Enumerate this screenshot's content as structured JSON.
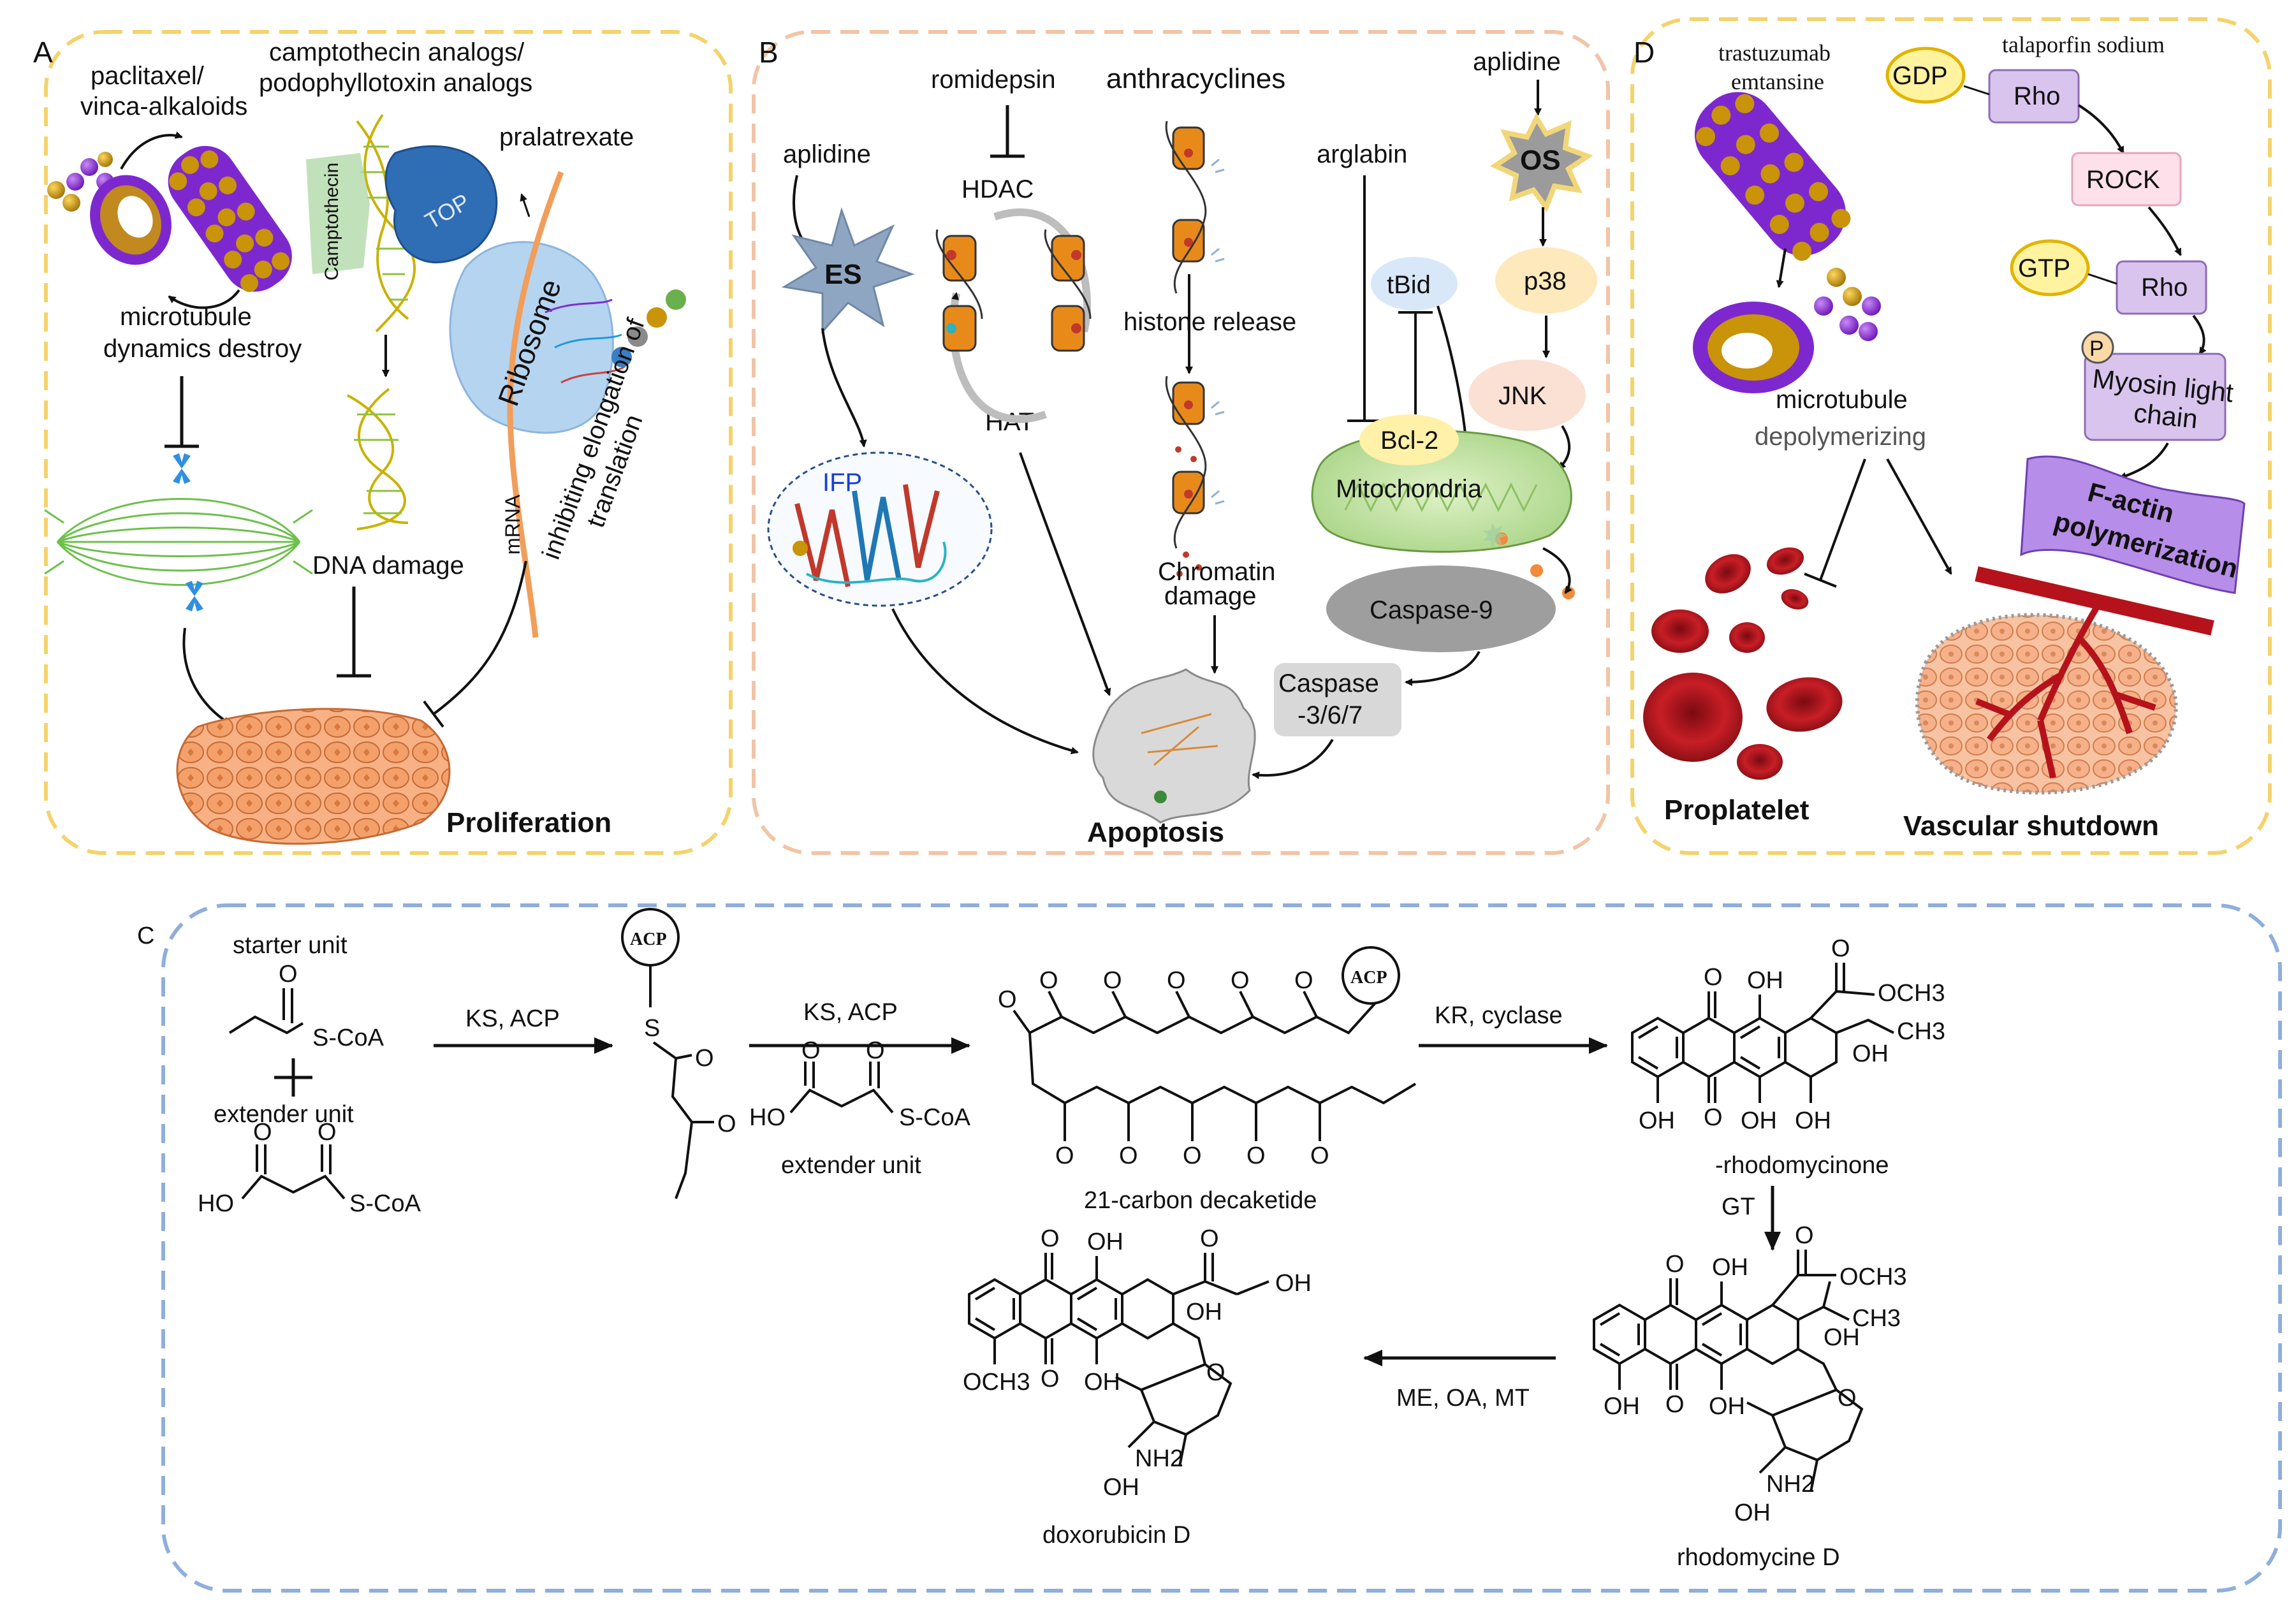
{
  "colors": {
    "panel_top_left": "#f4d36b",
    "panel_top_mid": "#f2c4a6",
    "panel_top_right": "#f4d36b",
    "panel_bottom": "#8faedb",
    "tubulin_purple": "#8a2be2",
    "tubulin_gold": "#c9930a",
    "cell_orange": "#f4a06a",
    "rbc_red": "#b5121b",
    "mito_green": "#c6e4a6",
    "caspase_grey": "#9e9e9e"
  },
  "panelA": {
    "letter": "A",
    "paclitaxel": [
      "paclitaxel/",
      "vinca-alkaloids"
    ],
    "camptothecin_analogs": [
      "camptothecin analogs/",
      "podophyllotoxin analogs"
    ],
    "camptothecin": "Camptothecin",
    "top": "TOP",
    "pralatrexate": "pralatrexate",
    "ribosome": "Ribosome",
    "mrna": "mRNA",
    "inhibiting": [
      "inhibiting elongation of",
      "translation"
    ],
    "microtubule": [
      "microtubule",
      "dynamics destroy"
    ],
    "dna_damage": "DNA damage",
    "proliferation": "Proliferation"
  },
  "panelB": {
    "letter": "B",
    "aplidine_left": "aplidine",
    "es": "ES",
    "ifp": "IFP",
    "romidepsin": "romidepsin",
    "hdac": "HDAC",
    "hat": "HAT",
    "anthracyclines": "anthracyclines",
    "histone_release": "histone release",
    "chromatin": [
      "Chromatin",
      "damage"
    ],
    "arglabin": "arglabin",
    "aplidine_right": "aplidine",
    "os": "OS",
    "tbid": "tBid",
    "p38": "p38",
    "jnk": "JNK",
    "bcl2": "Bcl-2",
    "mitochondria": "Mitochondria",
    "caspase9": "Caspase-9",
    "caspase367": [
      "Caspase",
      "-3/6/7"
    ],
    "apoptosis": "Apoptosis"
  },
  "panelD": {
    "letter": "D",
    "trastuzumab": [
      "trastuzumab",
      "emtansine"
    ],
    "talaporfin": "talaporfin sodium",
    "gdp": "GDP",
    "rho": "Rho",
    "rock": "ROCK",
    "gtp": "GTP",
    "rho2": "Rho",
    "p": "P",
    "myosin": [
      "Myosin light",
      "chain"
    ],
    "factin": [
      "F-actin",
      "polymerization"
    ],
    "microtubule": "microtubule",
    "depolymerizing": "depolymerizing",
    "proplatelet": "Proplatelet",
    "vascular": "Vascular shutdown"
  },
  "panelC": {
    "letter": "C",
    "starter_unit": "starter unit",
    "extender_unit": "extender unit",
    "extender_unit2": "extender unit",
    "scoa": "S-CoA",
    "ho": "HO",
    "o": "O",
    "s": "S",
    "acp": "ACP",
    "ks_acp_1": "KS, ACP",
    "ks_acp_2": "KS, ACP",
    "decaketide": "21-carbon decaketide",
    "kr_cyclase": "KR, cyclase",
    "oh": "OH",
    "och3_ester": "OCH3",
    "ch3": "CH3",
    "rhodomycinone": "-rhodomycinone",
    "gt": "GT",
    "rhodomycine": "rhodomycine D",
    "me_oa_mt": "ME, OA, MT",
    "doxorubicin": "doxorubicin D",
    "och3": "OCH3",
    "nh2": "NH2",
    "oh_ketone": "OH"
  }
}
